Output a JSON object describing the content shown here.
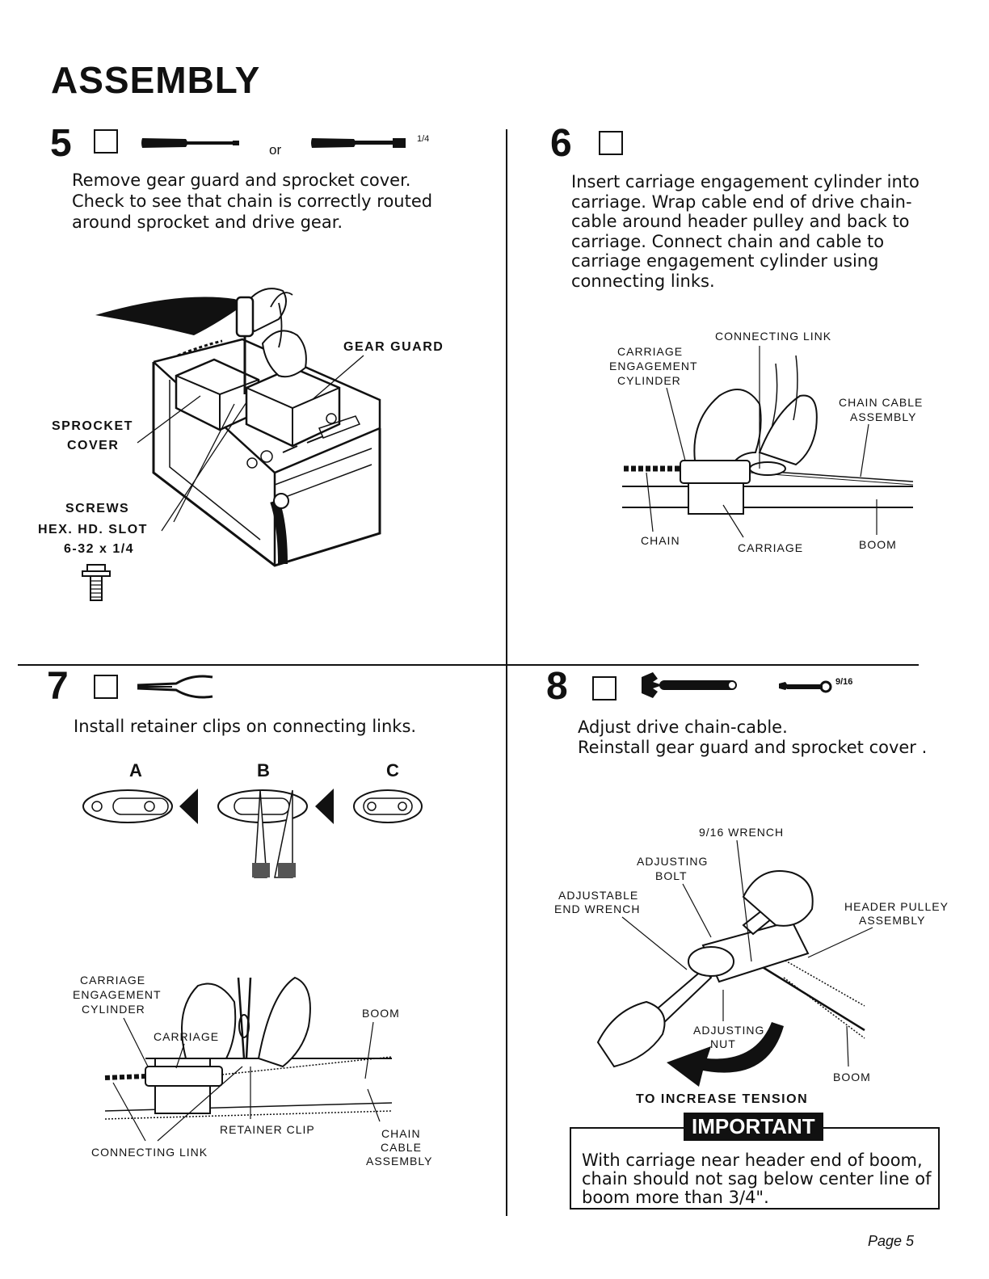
{
  "page": {
    "title": "ASSEMBLY",
    "page_number": "Page 5"
  },
  "step5": {
    "number": "5",
    "tool_or": "or",
    "tool_size": "1/4",
    "instruction": "Remove gear guard and sprocket cover. Check to see that chain is correctly routed around sprocket and drive gear.",
    "labels": {
      "gear_guard": "GEAR GUARD",
      "sprocket_cover_1": "SPROCKET",
      "sprocket_cover_2": "COVER",
      "screws_1": "SCREWS",
      "screws_2": "HEX. HD. SLOT",
      "screws_3": "6-32 x 1/4"
    }
  },
  "step6": {
    "number": "6",
    "instruction": "Insert carriage engagement cylinder into carriage. Wrap cable end of drive chain-cable around header pulley and back to carriage. Connect chain and cable to carriage engagement cylinder using connecting links.",
    "labels": {
      "connecting_link": "CONNECTING LINK",
      "cylinder_1": "CARRIAGE",
      "cylinder_2": "ENGAGEMENT",
      "cylinder_3": "CYLINDER",
      "chain_cable_1": "CHAIN CABLE",
      "chain_cable_2": "ASSEMBLY",
      "chain": "CHAIN",
      "carriage": "CARRIAGE",
      "boom": "BOOM"
    }
  },
  "step7": {
    "number": "7",
    "instruction": "Install retainer clips on connecting links.",
    "clip_a": "A",
    "clip_b": "B",
    "clip_c": "C",
    "labels": {
      "cylinder_1": "CARRIAGE",
      "cylinder_2": "ENGAGEMENT",
      "cylinder_3": "CYLINDER",
      "carriage": "CARRIAGE",
      "boom": "BOOM",
      "retainer_clip": "RETAINER CLIP",
      "connecting_link": "CONNECTING LINK",
      "chain_cable_1": "CHAIN",
      "chain_cable_2": "CABLE",
      "chain_cable_3": "ASSEMBLY"
    }
  },
  "step8": {
    "number": "8",
    "tool_size": "9/16",
    "instruction_1": "Adjust drive chain-cable.",
    "instruction_2": "Reinstall gear guard and sprocket cover .",
    "labels": {
      "wrench_916": "9/16 WRENCH",
      "adj_bolt_1": "ADJUSTING",
      "adj_bolt_2": "BOLT",
      "adj_wrench_1": "ADJUSTABLE",
      "adj_wrench_2": "END WRENCH",
      "header_pulley_1": "HEADER PULLEY",
      "header_pulley_2": "ASSEMBLY",
      "adj_nut_1": "ADJUSTING",
      "adj_nut_2": "NUT",
      "boom": "BOOM",
      "tension": "TO INCREASE TENSION"
    },
    "important": {
      "badge": "IMPORTANT",
      "line_1": "With carriage near header end of boom,",
      "line_2": "chain should not sag below center line of",
      "line_3": "boom more than 3/4\"."
    }
  }
}
